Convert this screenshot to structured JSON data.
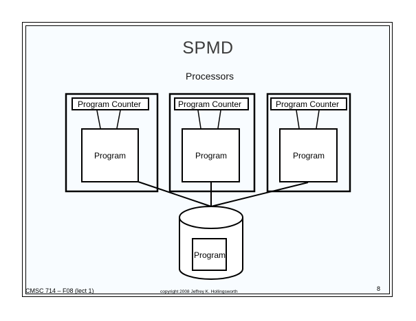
{
  "slide": {
    "title": "SPMD",
    "subtitle": "Processors",
    "processors": [
      {
        "counter_label": "Program Counter",
        "program_label": "Program"
      },
      {
        "counter_label": "Program Counter",
        "program_label": "Program"
      },
      {
        "counter_label": "Program Counter",
        "program_label": "Program"
      }
    ],
    "storage": {
      "program_label": "Program",
      "shape": "cylinder-icon"
    },
    "footer": {
      "course": "CMSC 714 – F08  (lect 1)",
      "copyright": "copyright 2008 Jeffrey K. Hollingsworth",
      "page_number": "8"
    }
  },
  "colors": {
    "background": "#f8fcff",
    "title": "#3c3c3c",
    "stroke": "#000000"
  }
}
